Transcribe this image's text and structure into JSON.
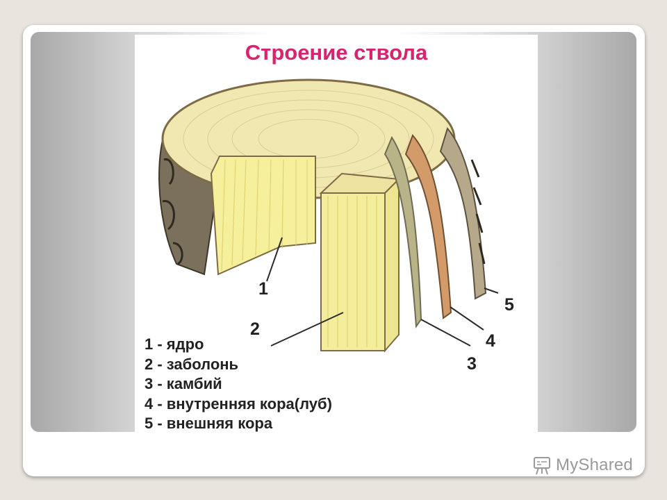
{
  "diagram": {
    "title": "Строение ствола",
    "callouts": [
      "1",
      "2",
      "3",
      "4",
      "5"
    ],
    "legend": [
      "1 - ядро",
      "2 - заболонь",
      "3 - камбий",
      "4 - внутренняя кора(луб)",
      "5 - внешняя кора"
    ]
  },
  "watermark": {
    "text": "MyShared",
    "icon": "presentation-board-icon"
  },
  "colors": {
    "title": "#d8236f",
    "wood_light": "#f4ecb4",
    "wood_mid": "#e8dc93",
    "cambium": "#b7b48a",
    "inner_bark": "#d59a6b",
    "outer_bark": "#6e6450"
  }
}
